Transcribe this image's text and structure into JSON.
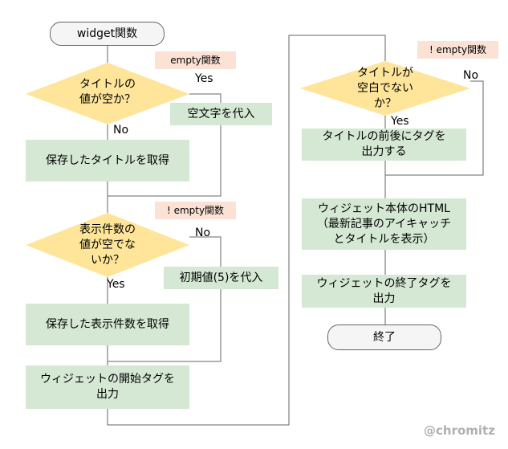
{
  "left": {
    "start": "widget関数",
    "note1": "empty関数",
    "decision1": "タイトルの\n値が空か？",
    "yes1": "Yes",
    "assign_empty": "空文字を代入",
    "no1": "No",
    "get_title": "保存したタイトルを取得",
    "note2": "! empty関数",
    "decision2": "表示件数の\n値が空でな\nいか？",
    "no2": "No",
    "assign_default": "初期値(5)を代入",
    "yes2": "Yes",
    "get_count": "保存した表示件数を取得",
    "output_start": "ウィジェットの開始タグを\n出力"
  },
  "right": {
    "note3": "! empty関数",
    "decision3": "タイトルが\n空白でない\nか？",
    "no3": "No",
    "yes3": "Yes",
    "output_title": "タイトルの前後にタグを\n出力する",
    "widget_body": "ウィジェット本体のHTML\n（最新記事のアイキャッチ\nとタイトルを表示）",
    "output_end": "ウィジェットの終了タグを\n出力",
    "end": "終了"
  },
  "watermark": "@chromitz",
  "colors": {
    "process_fill": "#d5e8d4",
    "decision_fill": "#ffe599",
    "note_fill": "#fbe2d5",
    "terminal_fill": "#f5f5f5",
    "line": "#666666"
  }
}
